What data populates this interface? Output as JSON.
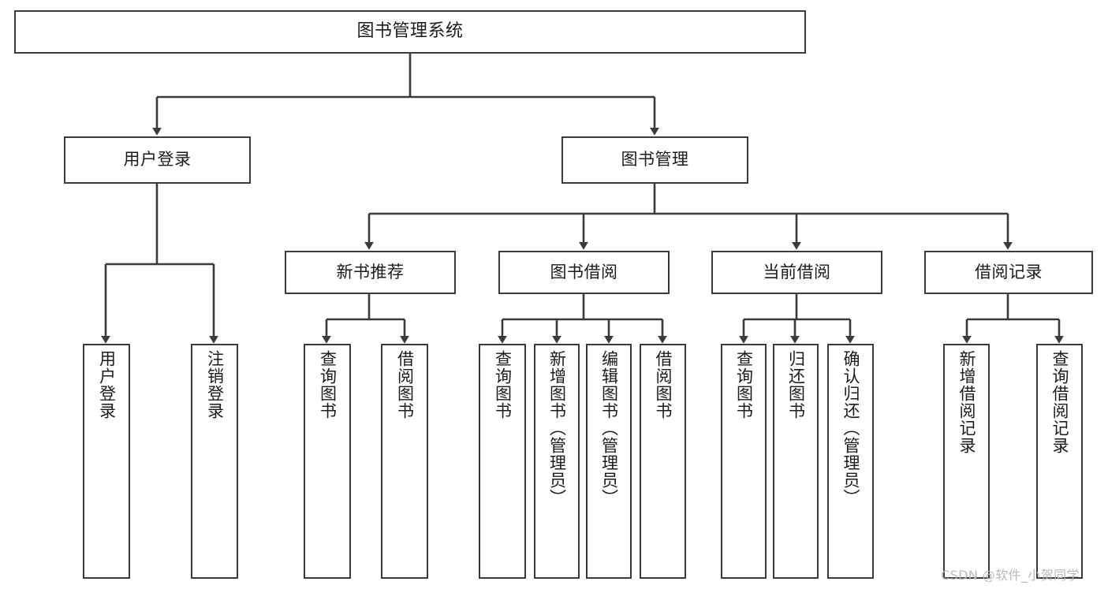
{
  "diagram": {
    "title": "图书管理系统",
    "type": "hierarchy-tree",
    "colors": {
      "box_border": "#3a3a3a",
      "box_fill": "#ffffff",
      "edge": "#3a3a3a",
      "text": "#1b1b1b",
      "watermark": "#b9b9b9"
    },
    "root": {
      "label": "图书管理系统"
    },
    "level1": [
      {
        "label": "用户登录"
      },
      {
        "label": "图书管理"
      }
    ],
    "level2": [
      {
        "label": "新书推荐"
      },
      {
        "label": "图书借阅"
      },
      {
        "label": "当前借阅"
      },
      {
        "label": "借阅记录"
      }
    ],
    "leaves": {
      "user_login": [
        {
          "label": "用户登录"
        },
        {
          "label": "注销登录"
        }
      ],
      "new_book_recommend": [
        {
          "label": "查询图书"
        },
        {
          "label": "借阅图书"
        }
      ],
      "book_borrow": [
        {
          "label": "查询图书"
        },
        {
          "label": "新增图书（管理员）"
        },
        {
          "label": "编辑图书（管理员）"
        },
        {
          "label": "借阅图书"
        }
      ],
      "current_borrow": [
        {
          "label": "查询图书"
        },
        {
          "label": "归还图书"
        },
        {
          "label": "确认归还（管理员）"
        }
      ],
      "borrow_record": [
        {
          "label": "新增借阅记录"
        },
        {
          "label": "查询借阅记录"
        }
      ]
    }
  },
  "watermark": {
    "text": "CSDN @软件_小贺同学"
  }
}
